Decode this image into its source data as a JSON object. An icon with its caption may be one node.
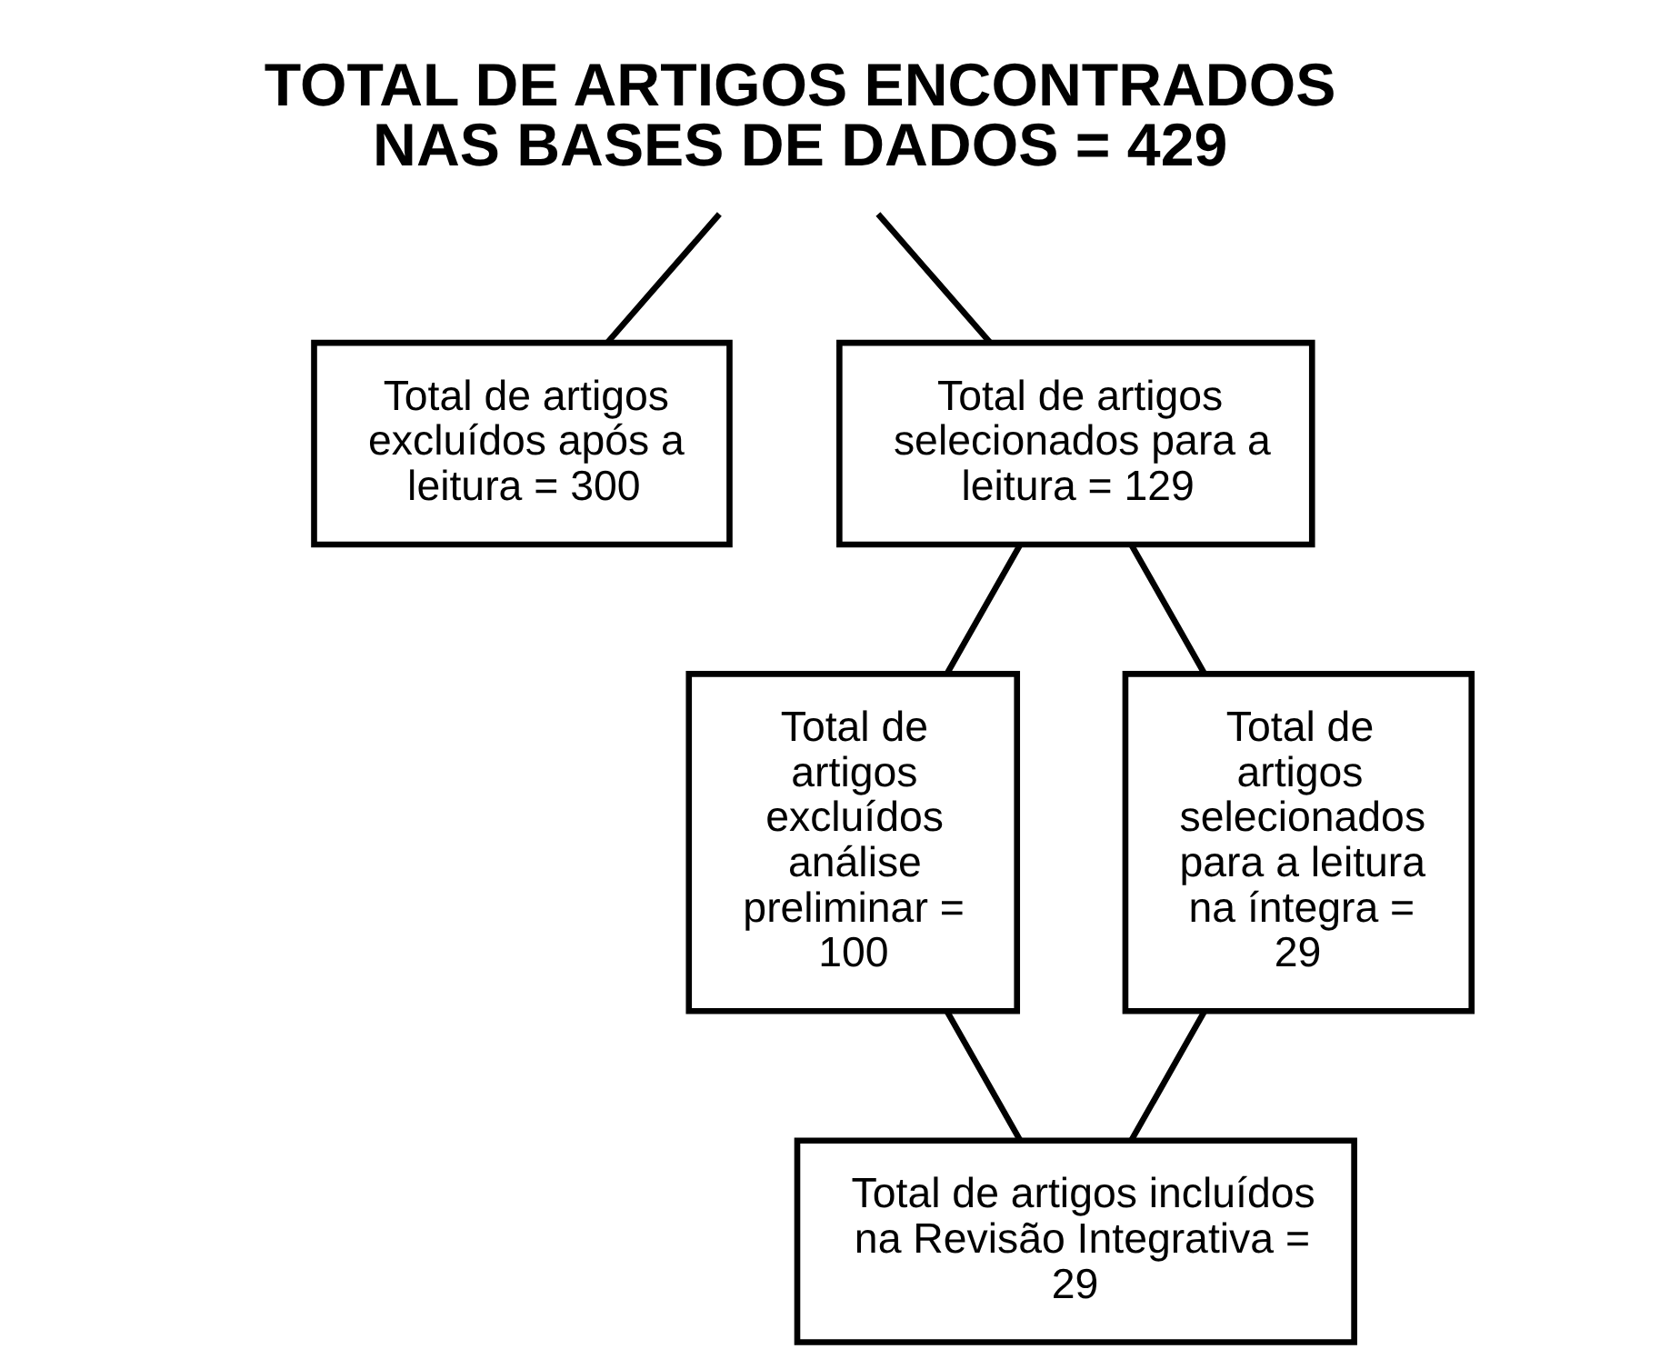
{
  "diagram": {
    "nodes": [
      {
        "text": [
          "TOTAL DE ARTIGOS ENCONTRADOS NAS BASES DE DADOS = 429"
        ]
      },
      {
        "text": [
          "Total de artigos excluídos após a leitura = 300"
        ]
      },
      {
        "text": [
          "Total de artigos selecionados para a leitura = 129"
        ]
      },
      {
        "text": [
          "Total de artigos excluídos análise preliminar = 100"
        ]
      },
      {
        "text": [
          "Total de artigos selecionados para a leitura na íntegra = 29"
        ]
      },
      {
        "text": [
          "Total de artigos incluídos na Revisão Integrativa = 29"
        ]
      }
    ],
    "edges": [
      {
        "from": 0,
        "to": 1,
        "arrow": "none"
      },
      {
        "from": 0,
        "to": 2,
        "arrow": "none"
      },
      {
        "from": 2,
        "to": 3,
        "arrow": "none"
      },
      {
        "from": 2,
        "to": 4,
        "arrow": "none"
      },
      {
        "from": 3,
        "to": 5,
        "arrow": "none"
      },
      {
        "from": 4,
        "to": 5,
        "arrow": "none"
      }
    ]
  }
}
